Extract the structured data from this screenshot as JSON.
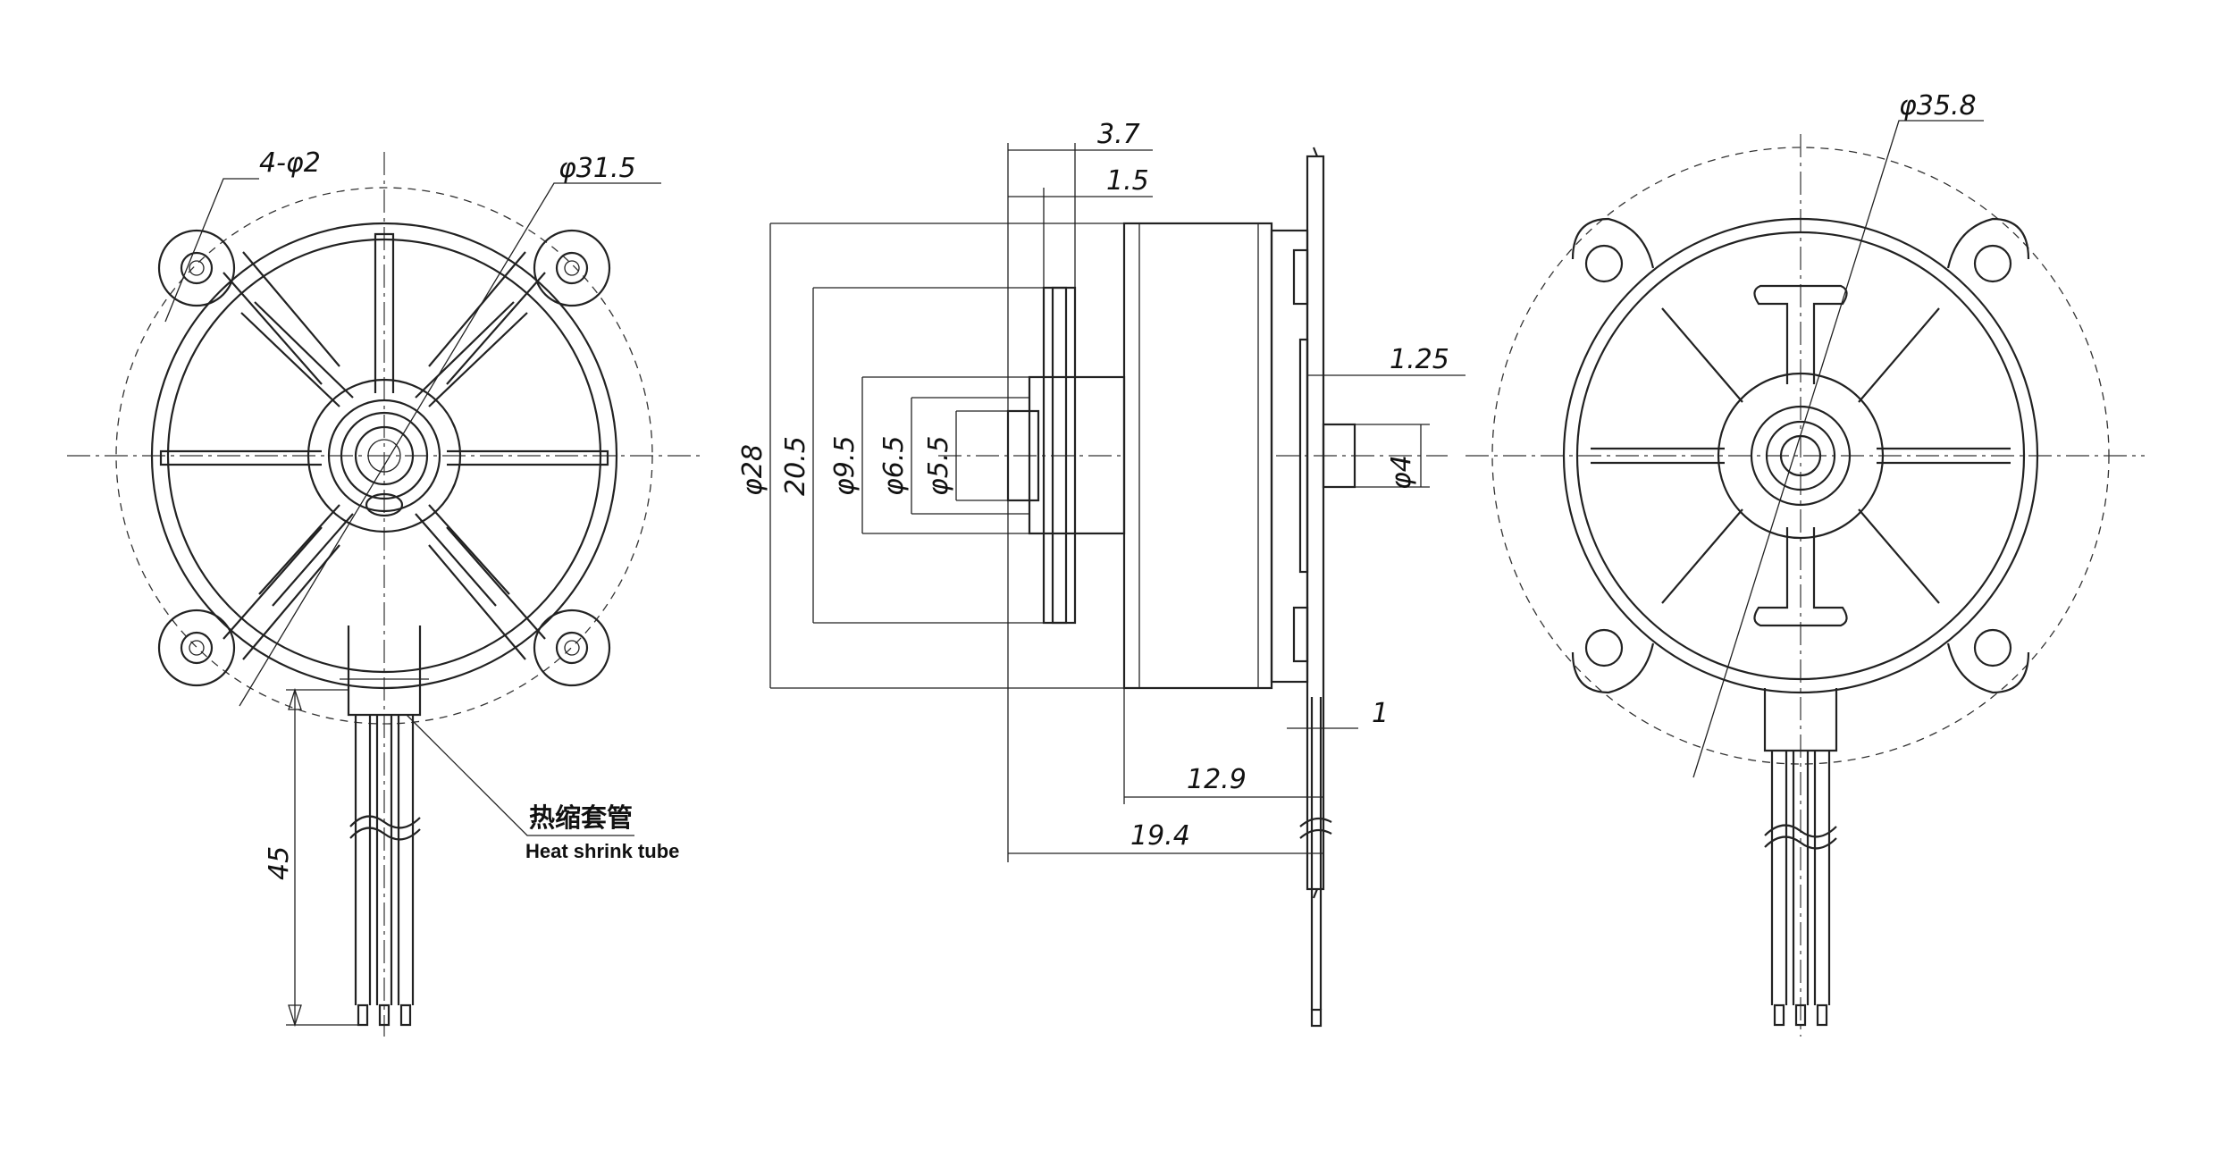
{
  "dimensions": {
    "holes": "4-φ2",
    "mount_circle": "φ31.5",
    "shaft_step_width": "3.7",
    "flange_thickness": "1.5",
    "body_diameter": "φ28",
    "flange_diameter": "20.5",
    "hub_diameter": "φ9.5",
    "boss_diameter": "φ6.5",
    "bearing_diameter": "φ5.5",
    "mount_plate_offset": "1.25",
    "shaft_diameter": "φ4",
    "plate_thickness": "1",
    "body_length": "12.9",
    "overall_length": "19.4",
    "lead_length": "45",
    "outer_circle": "φ35.8"
  },
  "labels": {
    "heat_shrink_cn": "热缩套管",
    "heat_shrink_en": "Heat shrink tube"
  }
}
